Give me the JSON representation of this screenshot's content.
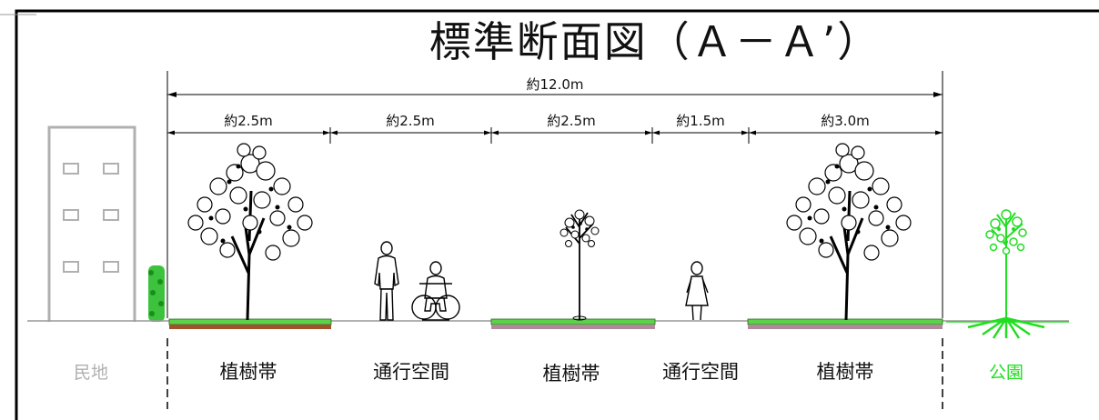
{
  "title": "標準断面図（Ａ－Ａ’）",
  "dimensions": {
    "total": "約12.0m",
    "segments": [
      "約2.5m",
      "約2.5m",
      "約2.5m",
      "約1.5m",
      "約3.0m"
    ]
  },
  "zones": [
    "植樹帯",
    "通行空間",
    "植樹帯",
    "通行空間",
    "植樹帯"
  ],
  "left_label": "民地",
  "right_label": "公園",
  "colors": {
    "park_green": "#22dd22",
    "private_gray": "#b0b0b0",
    "planting_green": "#5cd24a",
    "soil_brown": "#a0522d",
    "soil_mauve": "#b08a9a"
  }
}
